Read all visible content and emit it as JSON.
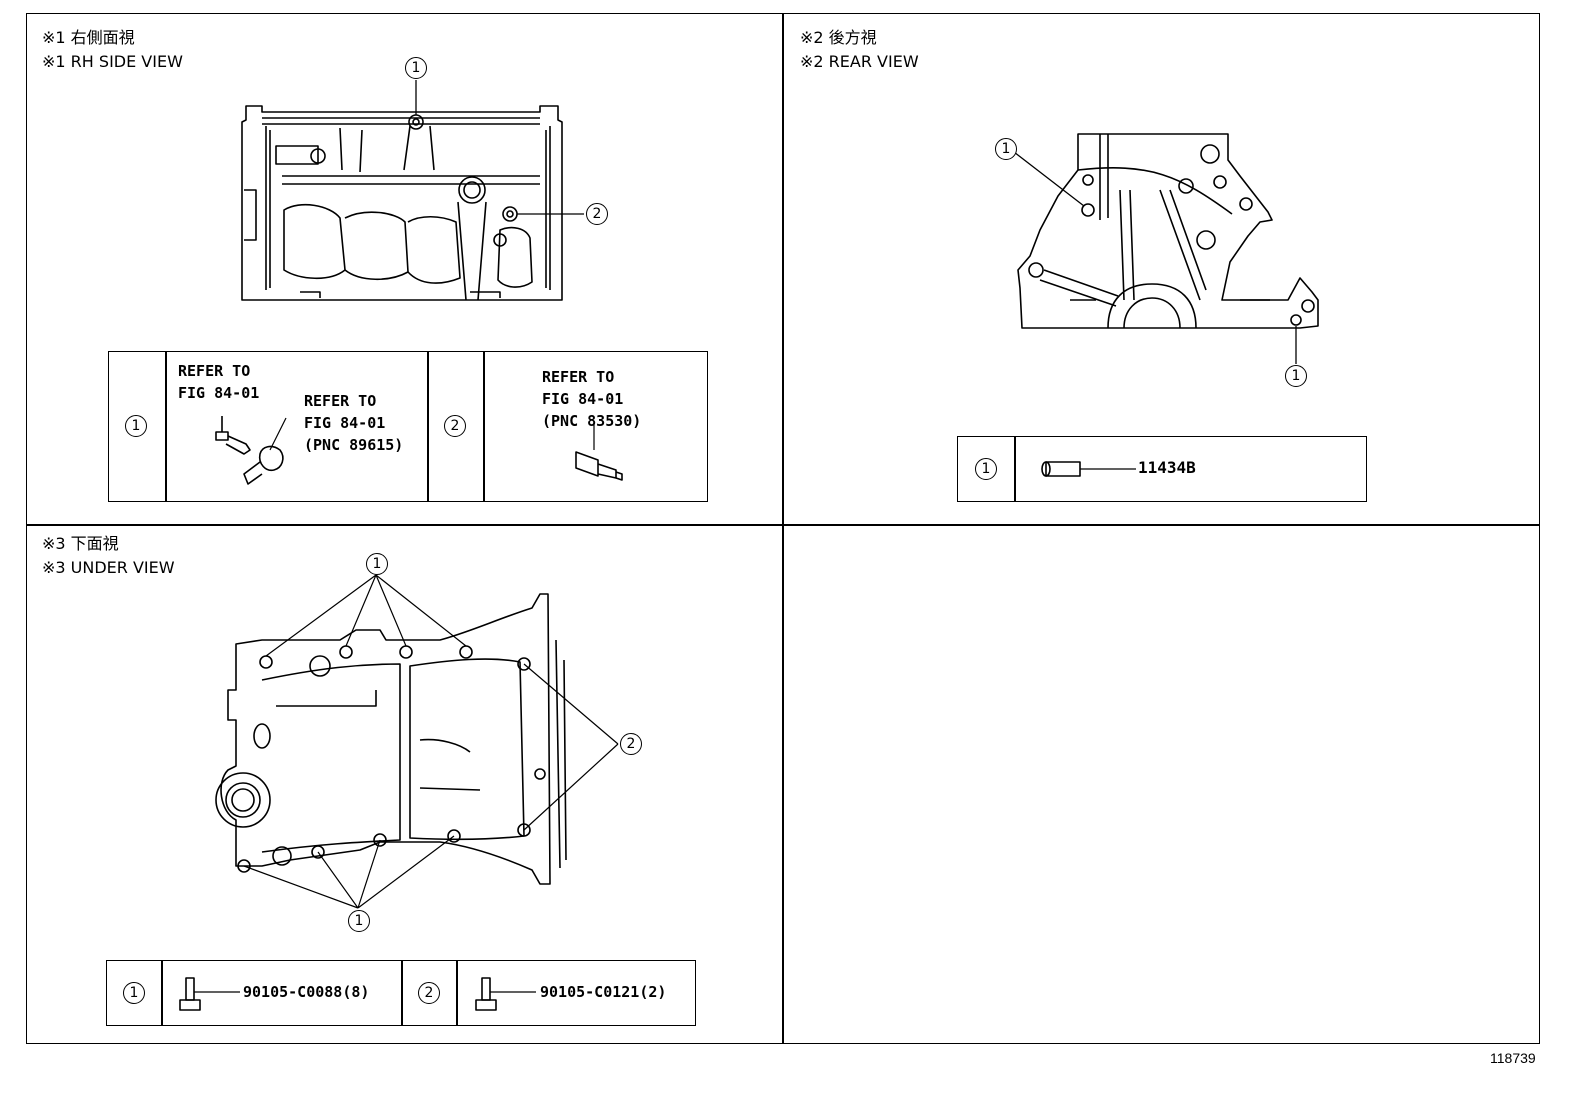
{
  "views": {
    "rh_side": {
      "title_jp": "※1 右側面視",
      "title_en": "※1 RH SIDE VIEW"
    },
    "rear": {
      "title_jp": "※2 後方視",
      "title_en": "※2 REAR VIEW"
    },
    "under": {
      "title_jp": "※3 下面視",
      "title_en": "※3 UNDER VIEW"
    }
  },
  "callouts": {
    "one": "1",
    "two": "2"
  },
  "rh_table": {
    "ref_a": "REFER TO\nFIG 84-01",
    "ref_b": "REFER TO\nFIG 84-01\n(PNC 89615)",
    "ref_c": "REFER TO\nFIG 84-01\n(PNC 83530)"
  },
  "rear_table": {
    "part1": "11434B"
  },
  "under_table": {
    "part1": "90105-C0088(8)",
    "part2": "90105-C0121(2)"
  },
  "document_number": "118739"
}
